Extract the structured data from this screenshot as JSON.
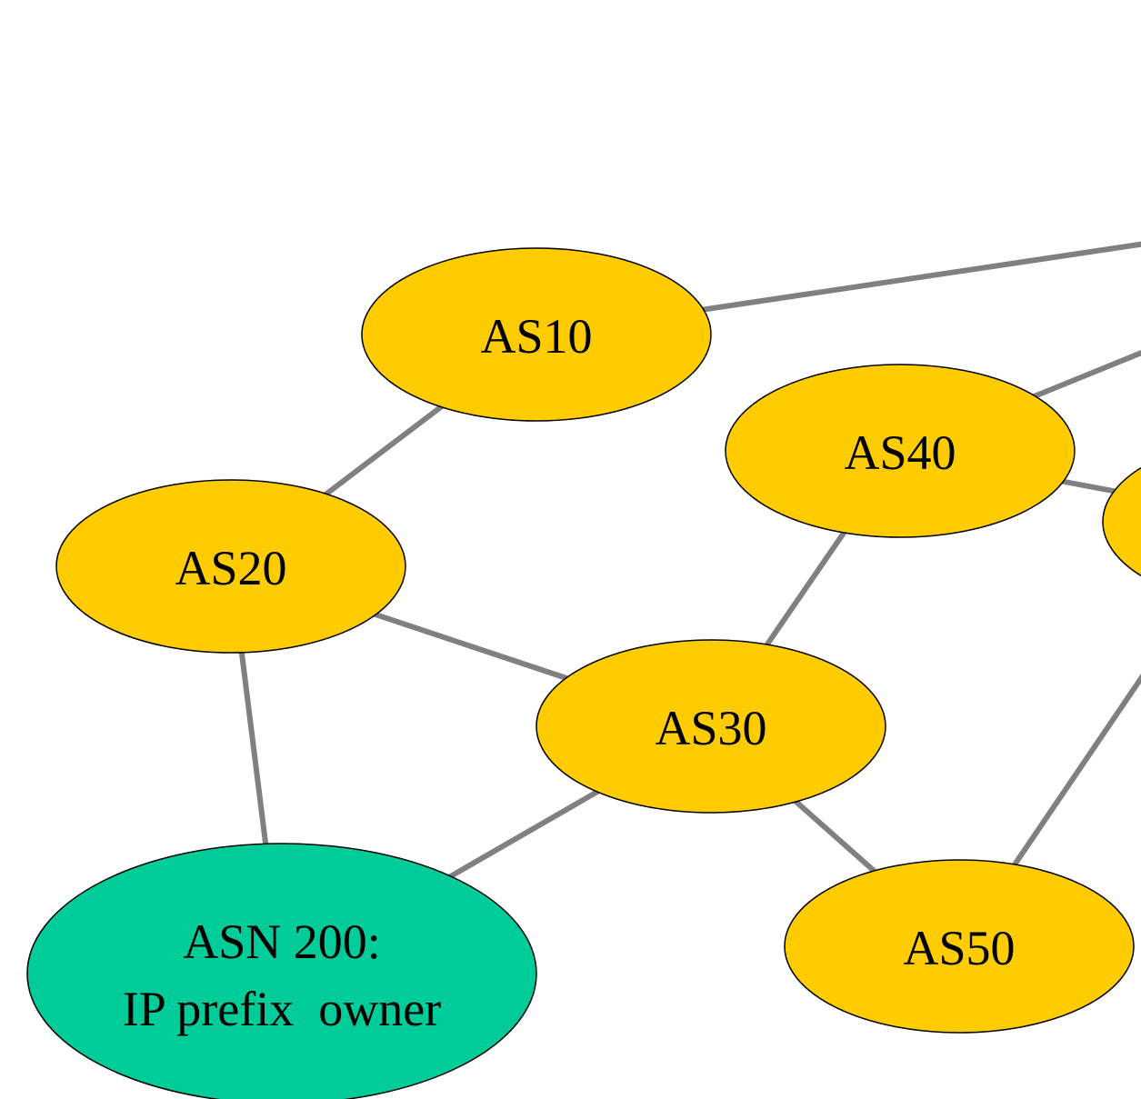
{
  "diagram": {
    "type": "network-topology",
    "colors": {
      "transit_node": "#FFCC00",
      "owner_node": "#00CC99",
      "edge": "#808080",
      "outline": "#000000"
    },
    "nodes": [
      {
        "id": "as10",
        "lines": [
          "AS10"
        ],
        "role": "transit"
      },
      {
        "id": "as20",
        "lines": [
          "AS20"
        ],
        "role": "transit"
      },
      {
        "id": "as30",
        "lines": [
          "AS30"
        ],
        "role": "transit"
      },
      {
        "id": "as40",
        "lines": [
          "AS40"
        ],
        "role": "transit"
      },
      {
        "id": "as50",
        "lines": [
          "AS50"
        ],
        "role": "transit"
      },
      {
        "id": "asn200",
        "lines": [
          "ASN 200:",
          "IP prefix  owner"
        ],
        "role": "owner"
      },
      {
        "id": "offscreen-right",
        "lines": [],
        "role": "transit"
      }
    ],
    "edges": [
      {
        "from": "as10",
        "to": "as20"
      },
      {
        "from": "as10",
        "to": "offscreen-right-top"
      },
      {
        "from": "as40",
        "to": "offscreen-right-mid"
      },
      {
        "from": "as40",
        "to": "offscreen-right"
      },
      {
        "from": "as40",
        "to": "as30"
      },
      {
        "from": "as20",
        "to": "as30"
      },
      {
        "from": "as20",
        "to": "asn200"
      },
      {
        "from": "as30",
        "to": "asn200"
      },
      {
        "from": "as30",
        "to": "as50"
      },
      {
        "from": "as50",
        "to": "offscreen-right-bottom"
      }
    ]
  }
}
